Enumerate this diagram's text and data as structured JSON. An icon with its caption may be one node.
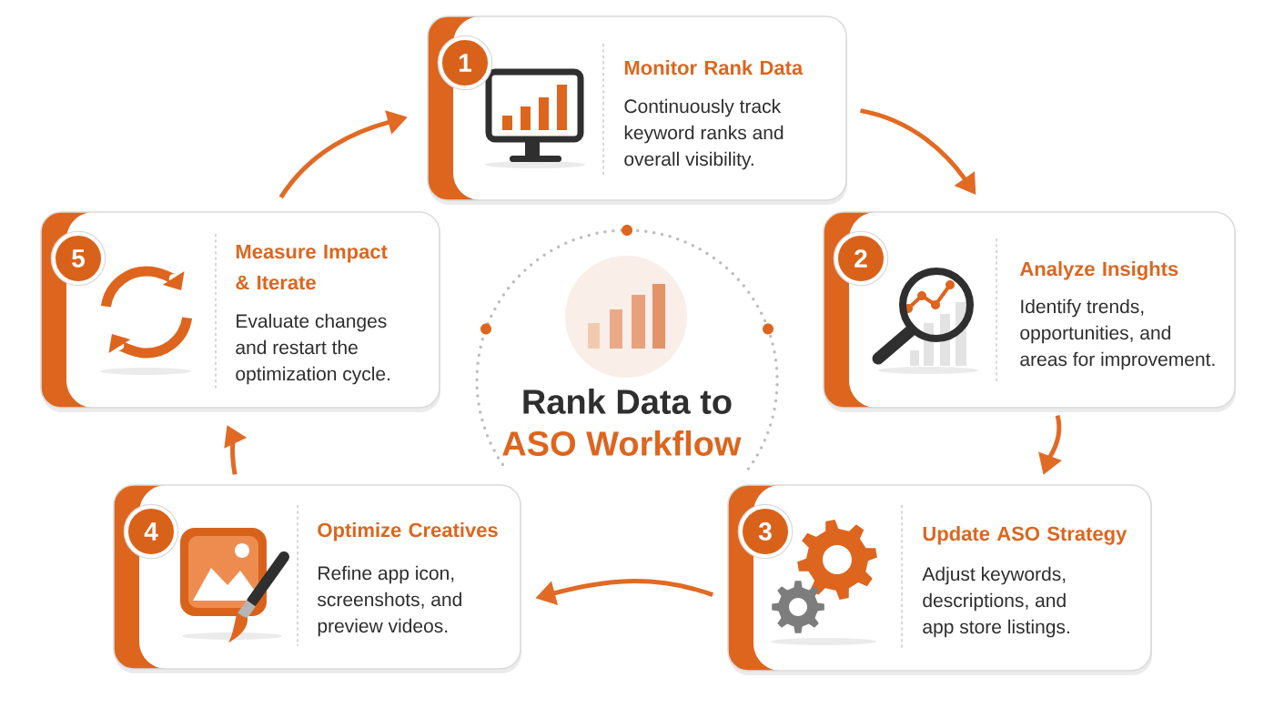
{
  "diagram": {
    "title": "Rank Data to ASO Workflow",
    "nodes": [
      {
        "text": [
          "Monitor Rank Data",
          "Continuously track keyword ranks and overall visibility."
        ]
      },
      {
        "text": [
          "1"
        ],
        "in": 0
      },
      {
        "text": [
          "Analyze Insights",
          "Identify trends, opportunities, and areas for improvement."
        ]
      },
      {
        "text": [
          "2"
        ],
        "in": 2
      },
      {
        "text": [
          "Update ASO Strategy",
          "Adjust keywords, descriptions, and app store listings."
        ]
      },
      {
        "text": [
          "3"
        ],
        "in": 4
      },
      {
        "text": [
          "Optimize Creatives",
          "Refine app icon, screenshots, and preview videos."
        ]
      },
      {
        "text": [
          "4"
        ],
        "in": 6
      },
      {
        "text": [
          "Measure Impact & Iterate",
          "Evaluate changes and restart the optimization cycle."
        ]
      },
      {
        "text": [
          "5"
        ],
        "in": 8
      }
    ],
    "edges": [
      {
        "from": 0,
        "to": 2,
        "arrow": "to"
      },
      {
        "from": 2,
        "to": 4,
        "arrow": "to"
      },
      {
        "from": 4,
        "to": 6,
        "arrow": "to"
      },
      {
        "from": 6,
        "to": 8,
        "arrow": "to"
      },
      {
        "from": 8,
        "to": 0,
        "arrow": "to"
      }
    ]
  }
}
